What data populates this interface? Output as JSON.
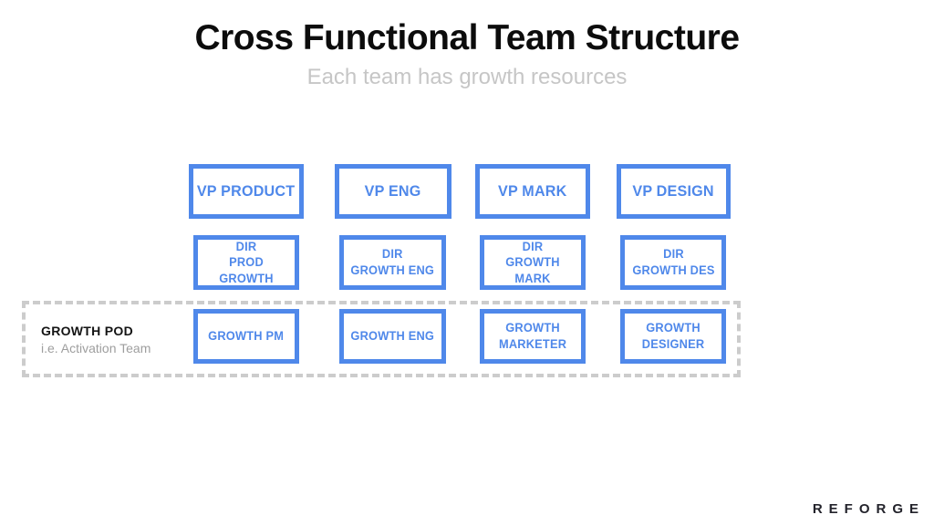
{
  "title": "Cross Functional Team Structure",
  "subtitle": "Each team has growth resources",
  "colors": {
    "box_blue": "#4f88ea",
    "dash_gray": "#cccccc",
    "subtitle_gray": "#c6c6c6"
  },
  "org": {
    "rows": [
      {
        "name": "vp-row",
        "boxes": [
          "VP PRODUCT",
          "VP ENG",
          "VP MARK",
          "VP DESIGN"
        ]
      },
      {
        "name": "dir-row",
        "boxes": [
          "DIR\nPROD GROWTH",
          "DIR\nGROWTH ENG",
          "DIR\nGROWTH MARK",
          "DIR\nGROWTH DES"
        ]
      },
      {
        "name": "pod-row",
        "boxes": [
          "GROWTH PM",
          "GROWTH ENG",
          "GROWTH\nMARKETER",
          "GROWTH\nDESIGNER"
        ]
      }
    ]
  },
  "growth_pod": {
    "label": "GROWTH POD",
    "sublabel": "i.e. Activation Team"
  },
  "footer": {
    "brand": "REFORGE"
  }
}
